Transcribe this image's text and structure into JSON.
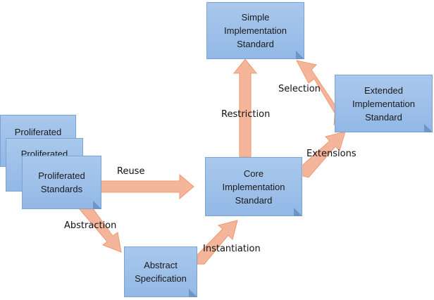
{
  "diagram": {
    "nodes": {
      "proliferated_back": "Proliferated",
      "proliferated_mid": "Proliferated",
      "proliferated_front": "Proliferated\nStandards",
      "simple": "Simple\nImplementation\nStandard",
      "extended": "Extended\nImplementation\nStandard",
      "core": "Core\nImplementation\nStandard",
      "abstract": "Abstract\nSpecification"
    },
    "edges": {
      "reuse": "Reuse",
      "abstraction": "Abstraction",
      "instantiation": "Instantiation",
      "restriction": "Restriction",
      "extensions": "Extensions",
      "selection": "Selection"
    },
    "colors": {
      "box_fill": "#9dbfe9",
      "box_border": "#7aa3d6",
      "arrow_fill": "#f4b59a",
      "arrow_stroke": "#ee9a72"
    }
  }
}
